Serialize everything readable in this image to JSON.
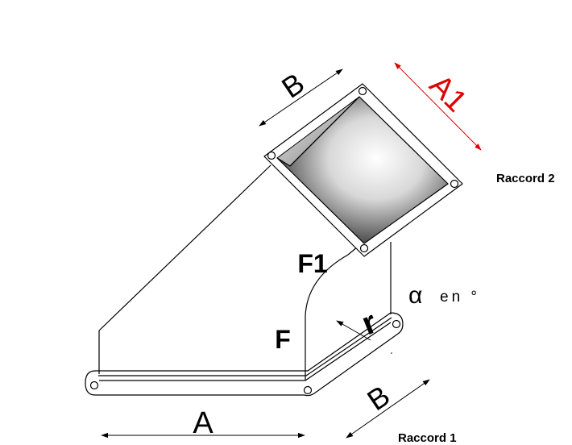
{
  "diagram": {
    "labels": {
      "dim_A": "A",
      "dim_B_top": "B",
      "dim_B_bottom": "B",
      "dim_A1": "A1",
      "face_F": "F",
      "face_F1": "F1",
      "radius": "r",
      "alpha_symbol": "α",
      "alpha_text": "en °",
      "connector_1": "Raccord 1",
      "connector_2": "Raccord 2"
    },
    "colors": {
      "outline": "#000000",
      "highlight_dimension": "#e00000",
      "background": "#ffffff"
    }
  }
}
